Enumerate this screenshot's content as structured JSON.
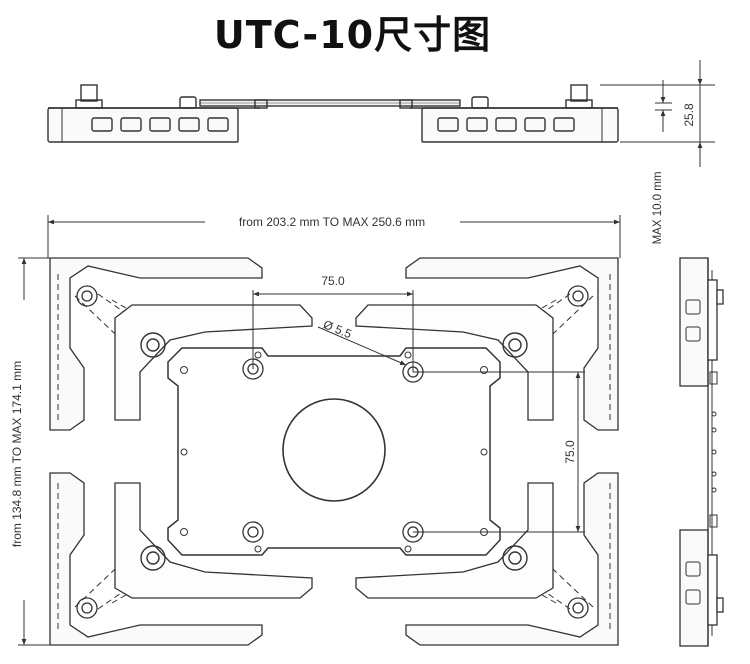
{
  "title": "UTC-10尺寸图",
  "dimensions": {
    "top_height": "25.8",
    "max_thickness": "MAX 10.0 mm",
    "width_range": "from 203.2 mm TO MAX 250.6 mm",
    "height_range": "from 134.8 mm TO MAX 174.1 mm",
    "hole_spacing_h": "75.0",
    "hole_spacing_v": "75.0",
    "hole_diameter": "Ø 5.5"
  }
}
